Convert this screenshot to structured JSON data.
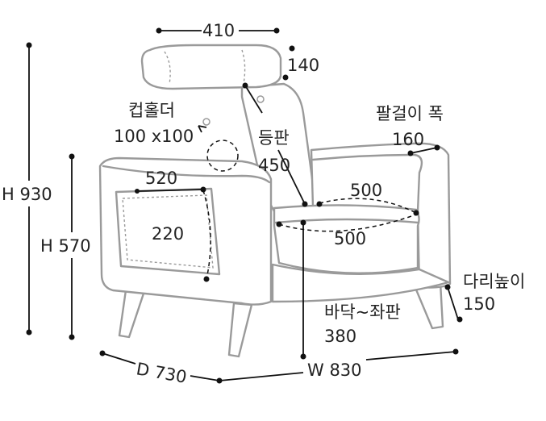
{
  "colors": {
    "outline": "#9a9a9a",
    "dimension": "#111111",
    "text": "#222222",
    "background": "#ffffff"
  },
  "labels": {
    "headrest_width": "410",
    "headrest_height": "140",
    "cup_holder_title": "컵홀더",
    "cup_holder_size": "100 x100",
    "backrest_title": "등판",
    "backrest_value": "450",
    "armrest_title": "팔걸이 폭",
    "armrest_value": "160",
    "side_width": "520",
    "side_height": "220",
    "seat_width": "500",
    "seat_depth": "500",
    "total_height": "H 930",
    "seat_height": "H 570",
    "leg_title": "다리높이",
    "leg_value": "150",
    "floor_title": "바닥~좌판",
    "floor_value": "380",
    "depth": "D 730",
    "width": "W 830"
  }
}
